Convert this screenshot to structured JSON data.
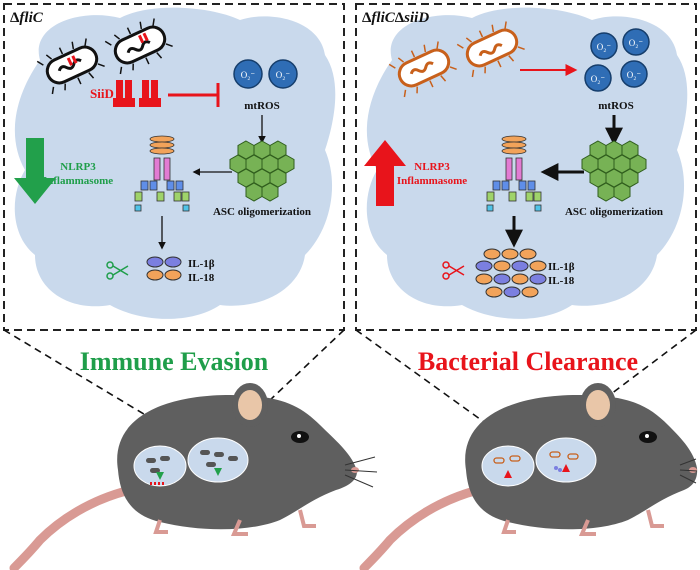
{
  "panels": {
    "left": {
      "title_delta": "Δ",
      "title_gene": "fliC",
      "siid_label": "SiiD",
      "mtros_label": "mtROS",
      "nlrp3_line1": "NLRP3",
      "nlrp3_line2": "Inflammasome",
      "asc_label": "ASC oligomerization",
      "il1b_label": "IL-1β",
      "il18_label": "IL-18",
      "superoxide_label": "O₂⁻",
      "outcome": "Immune Evasion",
      "nlrp3_arrow_direction": "down",
      "nlrp3_arrow_color": "#22a04b"
    },
    "right": {
      "title_delta1": "Δ",
      "title_gene1": "fliC",
      "title_delta2": "Δ",
      "title_gene2": "siiD",
      "mtros_label": "mtROS",
      "nlrp3_line1": "NLRP3",
      "nlrp3_line2": "Inflammasome",
      "asc_label": "ASC oligomerization",
      "il1b_label": "IL-1β",
      "il18_label": "IL-18",
      "superoxide_label": "O₂⁻",
      "outcome": "Bacterial Clearance",
      "nlrp3_arrow_direction": "up",
      "nlrp3_arrow_color": "#e8141b"
    }
  },
  "colors": {
    "cloud": "#c9d9ec",
    "green_text": "#1f9e4a",
    "red_text": "#e8141b",
    "mouse_body": "#5f5f5f",
    "mouse_ear": "#e9c6a8",
    "tail": "#d99a94",
    "bacterium_black": "#1a1a1a",
    "bacterium_orange": "#c8601b",
    "superoxide_blue": "#2f6db5"
  }
}
